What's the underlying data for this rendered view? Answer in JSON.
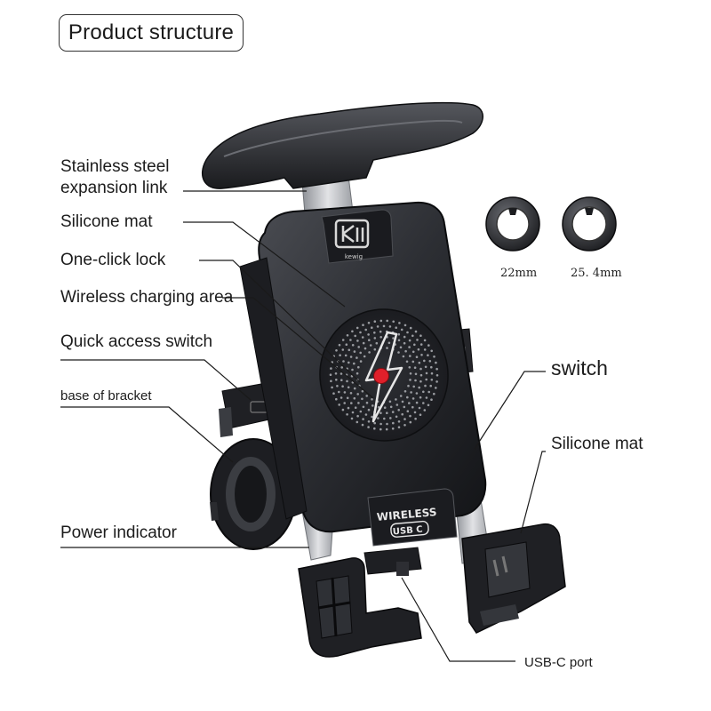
{
  "title": "Product structure",
  "labels": {
    "expansion_link_line1": "Stainless steel",
    "expansion_link_line2": "expansion link",
    "silicone_mat_left": "Silicone mat",
    "one_click_lock": "One-click lock",
    "wireless_charging_area": "Wireless charging area",
    "quick_access_switch": "Quick access switch",
    "base_of_bracket": "base of bracket",
    "power_indicator": "Power indicator",
    "switch": "switch",
    "silicone_mat_right": "Silicone mat",
    "usb_c_port": "USB-C port"
  },
  "ring_sizes": [
    "22mm",
    "25. 4mm"
  ],
  "device_text": {
    "logo_word": "kewig",
    "wireless": "WIRELESS",
    "usb": "USB C"
  },
  "colors": {
    "body": "#2b2d31",
    "body_dark": "#16171a",
    "metal": "#b9bbbf",
    "lock_red": "#e0202a",
    "line": "#1a1a1a"
  }
}
